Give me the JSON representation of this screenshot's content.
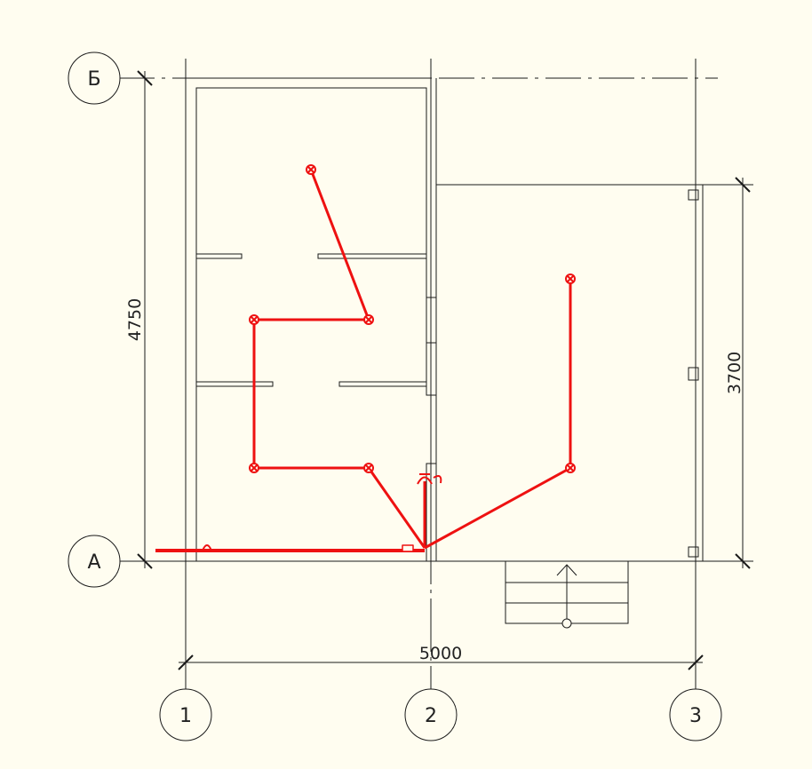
{
  "colors": {
    "background": "#fffdf0",
    "line": "#1a1a1a",
    "pipe": "#ee1111"
  },
  "axes": {
    "rows": [
      {
        "id": "row-b",
        "label": "Б"
      },
      {
        "id": "row-a",
        "label": "А"
      }
    ],
    "columns": [
      {
        "id": "col-1",
        "label": "1"
      },
      {
        "id": "col-2",
        "label": "2"
      },
      {
        "id": "col-3",
        "label": "3"
      }
    ]
  },
  "dimensions": {
    "height_total": "4750",
    "height_right": "3700",
    "width_total": "5000"
  }
}
